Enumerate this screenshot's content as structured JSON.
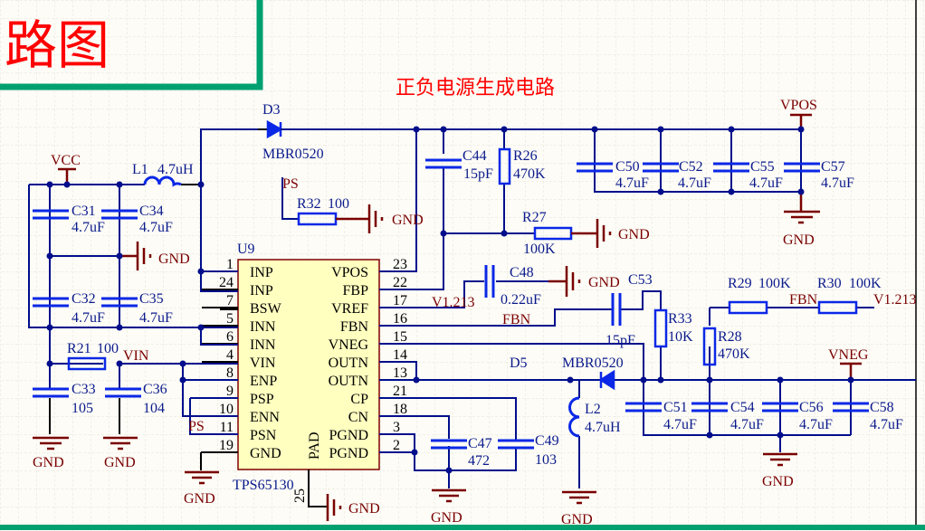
{
  "header": {
    "big_title": "路图",
    "subtitle": "正负电源生成电路"
  },
  "colors": {
    "wire": "#000e8c",
    "component": "#0a28e6",
    "power": "#7a0000",
    "chip_fill": "#ffffc0",
    "border": "#00a070",
    "title": "#ff0000"
  },
  "chip": {
    "ref": "U9",
    "part": "TPS65130",
    "pad_label": "PAD",
    "pad_pin": "25",
    "left_pins": [
      {
        "num": "1",
        "name": "INP"
      },
      {
        "num": "24",
        "name": "INP"
      },
      {
        "num": "7",
        "name": "BSW"
      },
      {
        "num": "5",
        "name": "INN"
      },
      {
        "num": "6",
        "name": "INN"
      },
      {
        "num": "4",
        "name": "VIN"
      },
      {
        "num": "8",
        "name": "ENP"
      },
      {
        "num": "9",
        "name": "PSP"
      },
      {
        "num": "10",
        "name": "ENN"
      },
      {
        "num": "11",
        "name": "PSN"
      },
      {
        "num": "19",
        "name": "GND"
      }
    ],
    "right_pins": [
      {
        "num": "23",
        "name": "VPOS"
      },
      {
        "num": "22",
        "name": "FBP"
      },
      {
        "num": "17",
        "name": "VREF"
      },
      {
        "num": "16",
        "name": "FBN"
      },
      {
        "num": "15",
        "name": "VNEG"
      },
      {
        "num": "14",
        "name": "OUTN"
      },
      {
        "num": "13",
        "name": "OUTN"
      },
      {
        "num": "21",
        "name": "CP"
      },
      {
        "num": "18",
        "name": "CN"
      },
      {
        "num": "3",
        "name": "PGND"
      },
      {
        "num": "2",
        "name": "PGND"
      }
    ]
  },
  "components": {
    "D3": {
      "ref": "D3",
      "value": "MBR0520"
    },
    "D5": {
      "ref": "D5",
      "value": "MBR0520"
    },
    "L1": {
      "ref": "L1",
      "value": "4.7uH"
    },
    "L2": {
      "ref": "L2",
      "value": "4.7uH"
    },
    "C31": {
      "ref": "C31",
      "value": "4.7uF"
    },
    "C34": {
      "ref": "C34",
      "value": "4.7uF"
    },
    "C32": {
      "ref": "C32",
      "value": "4.7uF"
    },
    "C35": {
      "ref": "C35",
      "value": "4.7uF"
    },
    "C33": {
      "ref": "C33",
      "value": "105"
    },
    "C36": {
      "ref": "C36",
      "value": "104"
    },
    "R21": {
      "ref": "R21",
      "value": "100"
    },
    "R32": {
      "ref": "R32",
      "value": "100"
    },
    "C44": {
      "ref": "C44",
      "value": "15pF"
    },
    "R26": {
      "ref": "R26",
      "value": "470K"
    },
    "R27": {
      "ref": "R27",
      "value": "100K"
    },
    "C48": {
      "ref": "C48",
      "value": "0.22uF"
    },
    "C53": {
      "ref": "C53",
      "value": "15pF"
    },
    "R33": {
      "ref": "R33",
      "value": "10K"
    },
    "R28": {
      "ref": "R28",
      "value": "470K"
    },
    "R29": {
      "ref": "R29",
      "value": "100K"
    },
    "R30": {
      "ref": "R30",
      "value": "100K"
    },
    "C47": {
      "ref": "C47",
      "value": "472"
    },
    "C49": {
      "ref": "C49",
      "value": "103"
    },
    "C50": {
      "ref": "C50",
      "value": "4.7uF"
    },
    "C52": {
      "ref": "C52",
      "value": "4.7uF"
    },
    "C55": {
      "ref": "C55",
      "value": "4.7uF"
    },
    "C57": {
      "ref": "C57",
      "value": "4.7uF"
    },
    "C51": {
      "ref": "C51",
      "value": "4.7uF"
    },
    "C54": {
      "ref": "C54",
      "value": "4.7uF"
    },
    "C56": {
      "ref": "C56",
      "value": "4.7uF"
    },
    "C58": {
      "ref": "C58",
      "value": "4.7uF"
    }
  },
  "nets": {
    "vcc": "VCC",
    "vin": "VIN",
    "vpos": "VPOS",
    "vneg": "VNEG",
    "gnd": "GND",
    "ps": "PS",
    "ps11": "PS",
    "fbn": "FBN",
    "v1213": "V1.213"
  }
}
